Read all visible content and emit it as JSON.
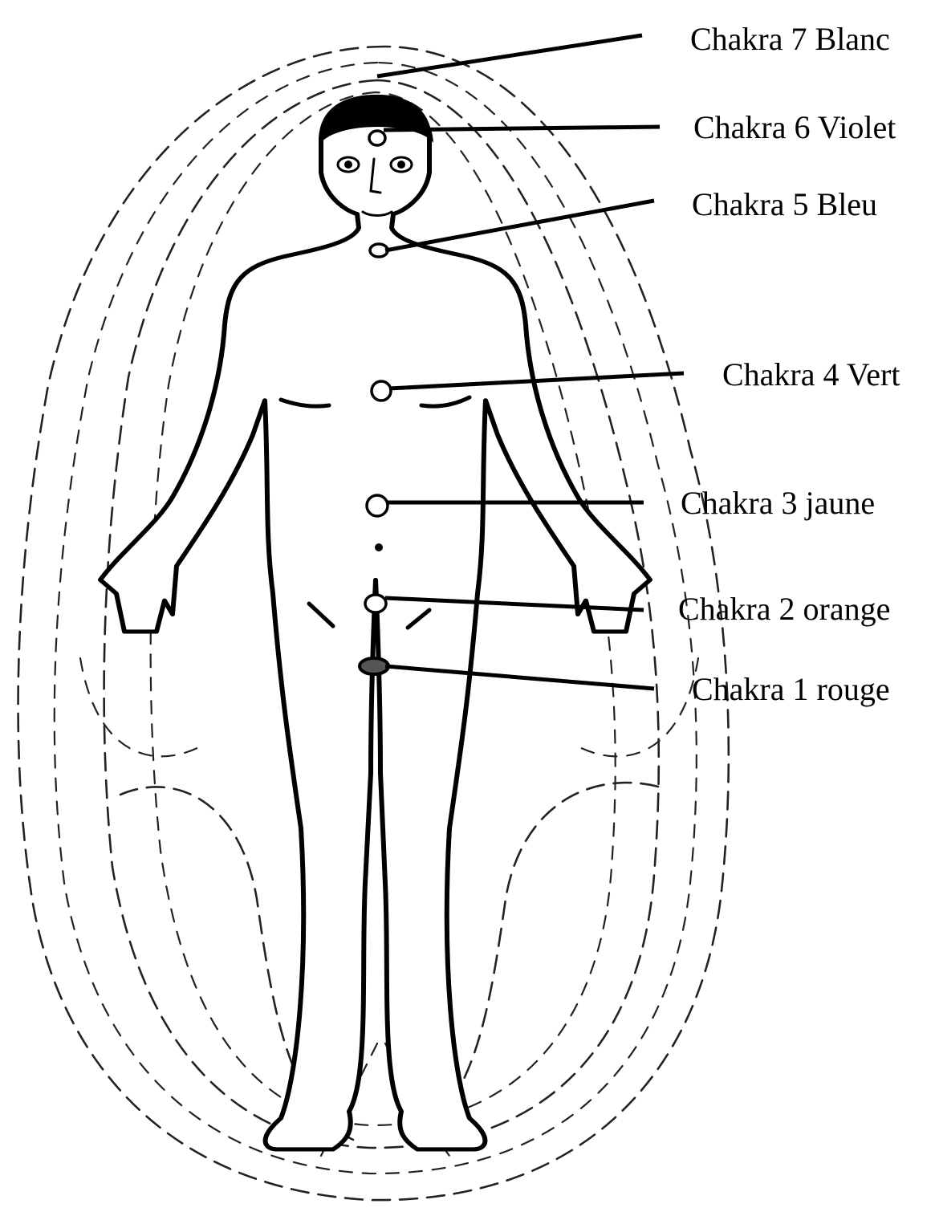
{
  "colors": {
    "ink": "#000000",
    "background": "#ffffff"
  },
  "chakras": [
    {
      "label": "Chakra 7 Blanc"
    },
    {
      "label": "Chakra 6 Violet"
    },
    {
      "label": "Chakra 5 Bleu"
    },
    {
      "label": "Chakra 4 Vert"
    },
    {
      "label": "Chakra 3 jaune"
    },
    {
      "label": "Chakra 2 orange"
    },
    {
      "label": "Chakra 1 rouge"
    }
  ]
}
